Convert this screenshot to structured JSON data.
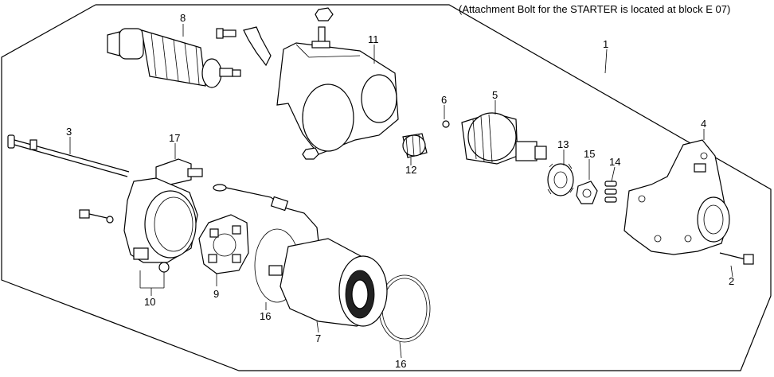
{
  "note": "(Attachment Bolt for the STARTER is located at block E 07)",
  "callouts": {
    "c1": "1",
    "c2": "2",
    "c3": "3",
    "c4": "4",
    "c5": "5",
    "c6": "6",
    "c7": "7",
    "c8": "8",
    "c9": "9",
    "c10": "10",
    "c11": "11",
    "c12": "12",
    "c13": "13",
    "c14": "14",
    "c15": "15",
    "c16a": "16",
    "c16b": "16",
    "c17": "17"
  }
}
